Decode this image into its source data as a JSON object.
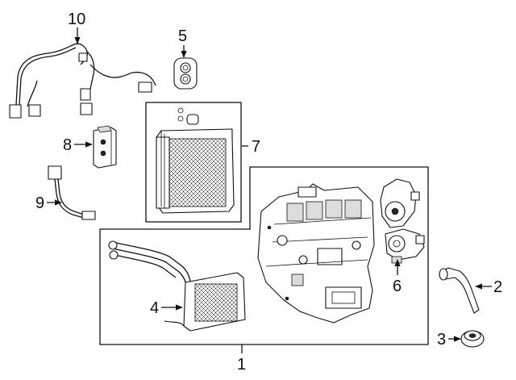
{
  "callouts": {
    "c1": "1",
    "c2": "2",
    "c3": "3",
    "c4": "4",
    "c5": "5",
    "c6": "6",
    "c7": "7",
    "c8": "8",
    "c9": "9",
    "c10": "10"
  },
  "parts": [
    {
      "callout": "1",
      "part": "heater-unit-assembly"
    },
    {
      "callout": "2",
      "part": "drain-hose"
    },
    {
      "callout": "3",
      "part": "grommet"
    },
    {
      "callout": "4",
      "part": "heater-core"
    },
    {
      "callout": "5",
      "part": "grommet-seal"
    },
    {
      "callout": "6",
      "part": "blower-servo-motor"
    },
    {
      "callout": "7",
      "part": "evaporator-core"
    },
    {
      "callout": "8",
      "part": "expansion-valve"
    },
    {
      "callout": "9",
      "part": "temperature-sensor"
    },
    {
      "callout": "10",
      "part": "wire-harness"
    }
  ],
  "colors": {
    "line": "#111111",
    "background": "#ffffff",
    "shade": "#dcdcdc"
  }
}
